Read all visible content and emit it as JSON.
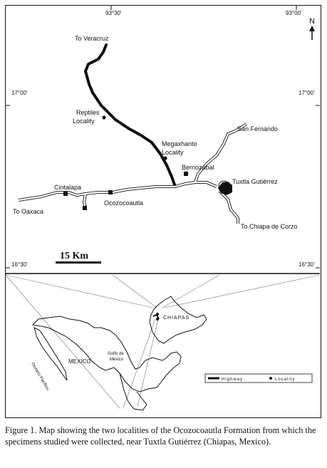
{
  "coords": {
    "top_left": "93°30'",
    "top_right": "93°00'",
    "left_upper": "17°00'",
    "right_upper": "17°00'",
    "left_lower": "16°30'",
    "right_lower": "16°30'"
  },
  "north_label": "N",
  "places": {
    "to_veracruz": "To Veracruz",
    "reptiles_line1": "Reptiles",
    "reptiles_line2": "Locality",
    "megaxhanto_line1": "Megaxhanto",
    "megaxhanto_line2": "Locality",
    "san_fernando": "San Fernando",
    "berriozabal": "Berriozabal",
    "tuxtla": "Tuxtla Gutiérrez",
    "cintalapa": "Cintalapa",
    "ocozocoautla": "Ocozocoautla",
    "to_oaxaca": "To Oaxaca",
    "to_chiapa": "To Chiapa de Corzo"
  },
  "scale_bar": "15 Km",
  "inset": {
    "chiapas": "CHIAPAS",
    "mexico": "MEXICO",
    "golfo_line1": "Golfo de",
    "golfo_line2": "México",
    "oceano": "Oceano Pacífico",
    "legend_highway": "Highway",
    "legend_locality": "Locality"
  },
  "caption": "Figure 1. Map showing the two localities of the Ocozocoautla Formation from which the specimens studied were collected, near Tuxtla Gutiérrez (Chiapas, Mexico)."
}
